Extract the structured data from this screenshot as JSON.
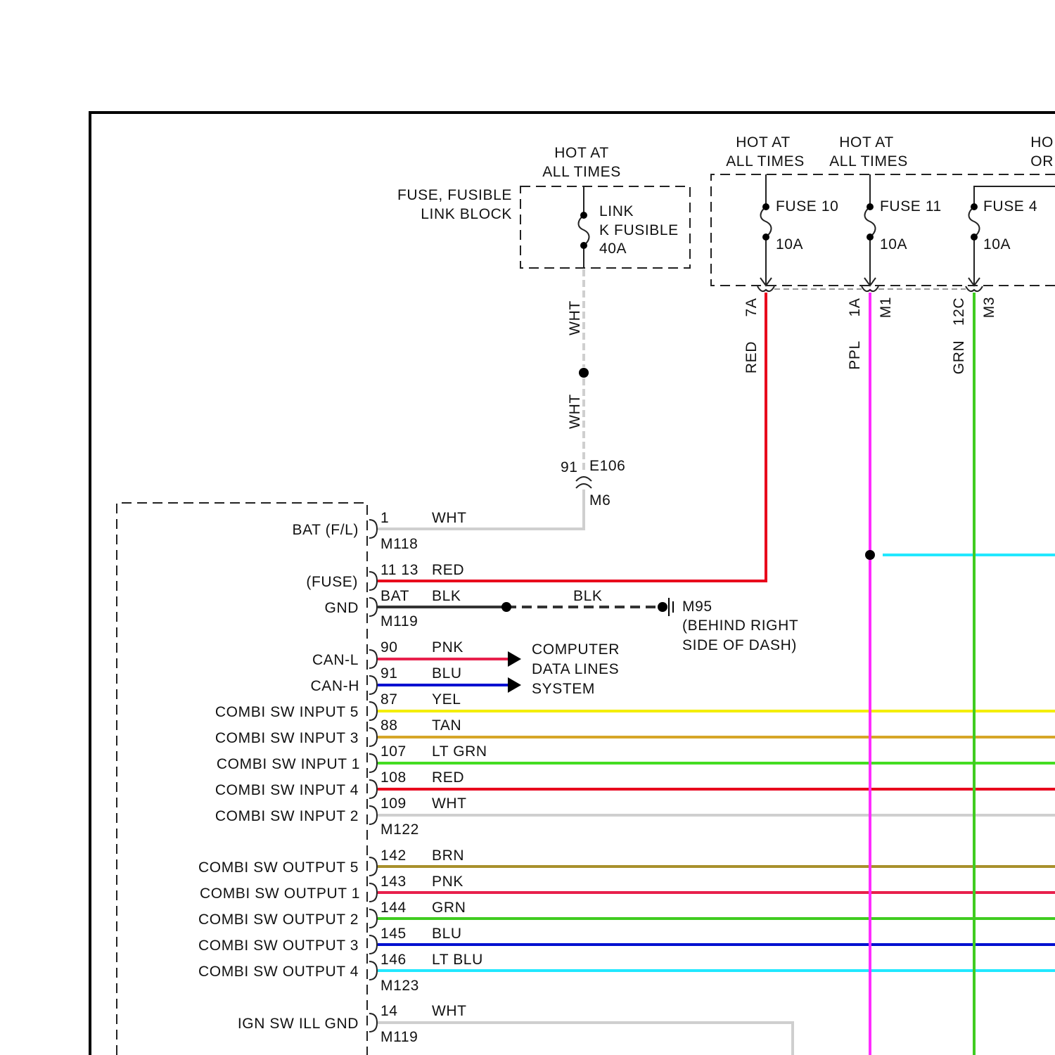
{
  "fusible_link_block": {
    "hot_line_1": "HOT AT",
    "hot_line_2": "ALL TIMES",
    "block_name_1": "FUSE, FUSIBLE",
    "block_name_2": "LINK BLOCK",
    "fuse_name_1": "LINK",
    "fuse_name_2": "K FUSIBLE",
    "fuse_rating": "40A",
    "wire_upper": "WHT",
    "wire_lower": "WHT",
    "inline_pin": "91",
    "inline_connector_a": "E106",
    "inline_connector_b": "M6"
  },
  "fuse_block": {
    "fuses": [
      {
        "hot_line_1": "HOT AT",
        "hot_line_2": "ALL TIMES",
        "name": "FUSE 10",
        "rating": "10A",
        "cavity": "7A",
        "wire": "RED"
      },
      {
        "hot_line_1": "HOT AT",
        "hot_line_2": "ALL TIMES",
        "name": "FUSE 11",
        "rating": "10A",
        "cavity": "1A",
        "connector": "M1",
        "wire": "PPL"
      },
      {
        "hot_line_1": "HO",
        "hot_line_2": "OR",
        "name": "FUSE 4",
        "rating": "10A",
        "cavity": "12C",
        "connector": "M3",
        "wire": "GRN"
      }
    ]
  },
  "module": {
    "pins": [
      {
        "label": "BAT (F/L)",
        "pin": "1",
        "wire": "WHT"
      },
      {
        "label": "(FUSE)",
        "pin": "11 13",
        "wire": "RED"
      },
      {
        "label": "GND",
        "pin": "BAT",
        "wire": "BLK"
      },
      {
        "label": "CAN-L",
        "pin": "90",
        "wire": "PNK"
      },
      {
        "label": "CAN-H",
        "pin": "91",
        "wire": "BLU"
      },
      {
        "label": "COMBI SW INPUT 5",
        "pin": "87",
        "wire": "YEL"
      },
      {
        "label": "COMBI SW INPUT 3",
        "pin": "88",
        "wire": "TAN"
      },
      {
        "label": "COMBI SW INPUT 1",
        "pin": "107",
        "wire": "LT GRN"
      },
      {
        "label": "COMBI SW INPUT 4",
        "pin": "108",
        "wire": "RED"
      },
      {
        "label": "COMBI SW INPUT 2",
        "pin": "109",
        "wire": "WHT"
      },
      {
        "label": "COMBI SW OUTPUT 5",
        "pin": "142",
        "wire": "BRN"
      },
      {
        "label": "COMBI SW OUTPUT 1",
        "pin": "143",
        "wire": "PNK"
      },
      {
        "label": "COMBI SW OUTPUT 2",
        "pin": "144",
        "wire": "GRN"
      },
      {
        "label": "COMBI SW OUTPUT 3",
        "pin": "145",
        "wire": "BLU"
      },
      {
        "label": "COMBI SW OUTPUT 4",
        "pin": "146",
        "wire": "LT BLU"
      },
      {
        "label": "IGN SW ILL GND",
        "pin": "14",
        "wire": "WHT"
      }
    ],
    "connectors": [
      "M118",
      "M119",
      "M122",
      "M123",
      "M119"
    ]
  },
  "ground": {
    "wire": "BLK",
    "name": "M95",
    "location_1": "(BEHIND RIGHT",
    "location_2": "SIDE OF DASH)"
  },
  "can_destination": {
    "line_1": "COMPUTER",
    "line_2": "DATA LINES",
    "line_3": "SYSTEM"
  },
  "colors": {
    "WHT": "#cfcfcf",
    "RED": "#e8001c",
    "BLK": "#333333",
    "PNK": "#e8204c",
    "BLU": "#0010d0",
    "YEL": "#f4ee00",
    "TAN": "#d6a628",
    "LT_GRN": "#44dd22",
    "BRN": "#a8902c",
    "GRN": "#40cc20",
    "LT_BLU": "#22e8ff",
    "PPL": "#ff2cff"
  }
}
